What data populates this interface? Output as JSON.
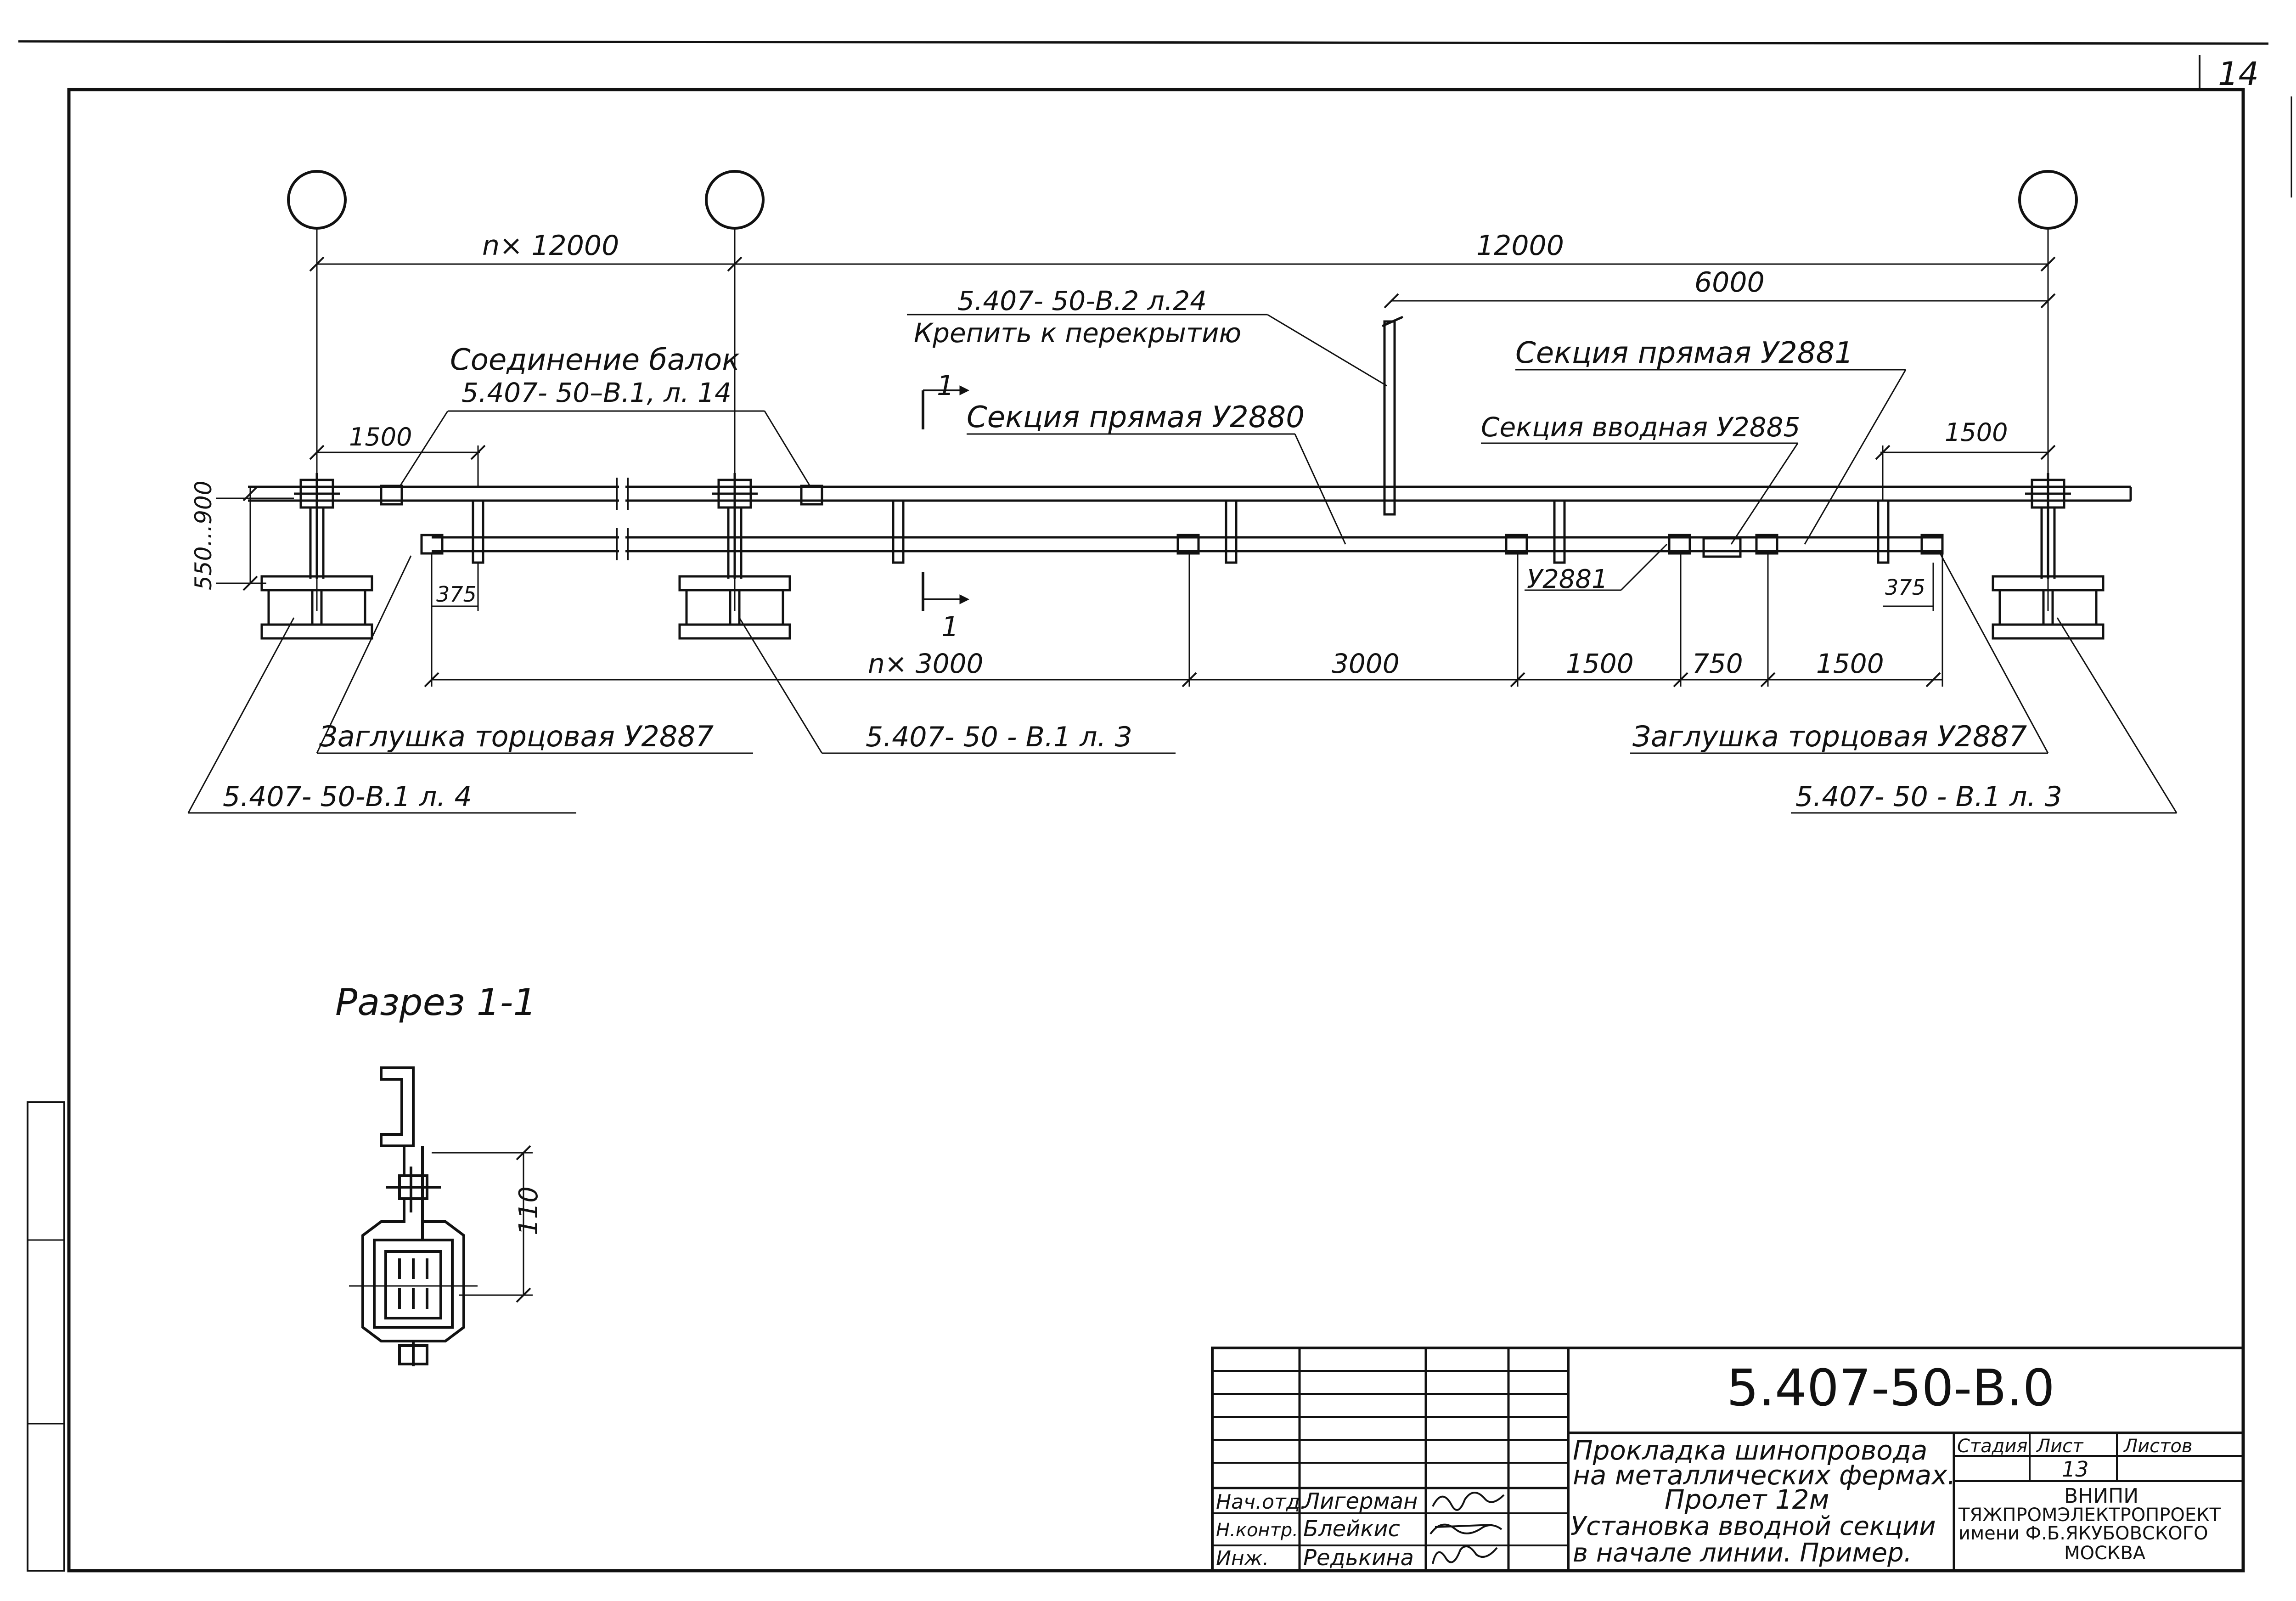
{
  "page_number": "14",
  "plan": {
    "dims_top": {
      "n12000": "n× 12000",
      "d12000": "12000",
      "d6000": "6000"
    },
    "dims_side": {
      "d550_900": "550...900",
      "d1500_left": "1500",
      "d1500_right": "1500",
      "d375_left": "375",
      "d375_right": "375"
    },
    "dims_bottom": {
      "n3000": "n× 3000",
      "d3000": "3000",
      "d1500_a": "1500",
      "d750": "750",
      "d1500_b": "1500"
    },
    "callouts": {
      "beam_joint": [
        "Соединение балок",
        "5.407- 50–В.1, л. 14"
      ],
      "ceiling": [
        "5.407- 50-В.2 л.24",
        "Крепить к перекрытию"
      ],
      "section_straight_2880": "Секция прямая У2880",
      "section_straight_2881": "Секция прямая У2881",
      "section_input_2885": "Секция вводная У2885",
      "label_2881": "У2881",
      "end_cap_left": "Заглушка торцовая У2887",
      "end_cap_right": "Заглушка торцовая У2887",
      "ref_left_l4": "5.407- 50-В.1 л. 4",
      "ref_mid_l3": "5.407- 50 - В.1 л. 3",
      "ref_right_l3": "5.407- 50 - В.1 л. 3"
    },
    "section_marks": {
      "top": "1",
      "bottom": "1"
    }
  },
  "section_view": {
    "title": "Разрез 1-1",
    "dim_110": "110"
  },
  "title_block": {
    "code": "5.407-50-В.0",
    "description": [
      "Прокладка шинопровода",
      "на металлических фермах.",
      "Пролет 12м",
      "Установка вводной секции",
      "в начале линии. Пример."
    ],
    "stage_label": "Стадия",
    "sheet_label": "Лист",
    "sheets_label": "Листов",
    "sheet_value": "13",
    "org": [
      "ВНИПИ",
      "ТЯЖПРОМЭЛЕКТРОПРОЕКТ",
      "имени Ф.Б.ЯКУБОВСКОГО",
      "МОСКВА"
    ],
    "roles": [
      {
        "role": "Нач.отд.",
        "name": "Лигерман"
      },
      {
        "role": "Н.контр.",
        "name": "Блейкис"
      },
      {
        "role": "Инж.",
        "name": "Редькина"
      }
    ]
  }
}
